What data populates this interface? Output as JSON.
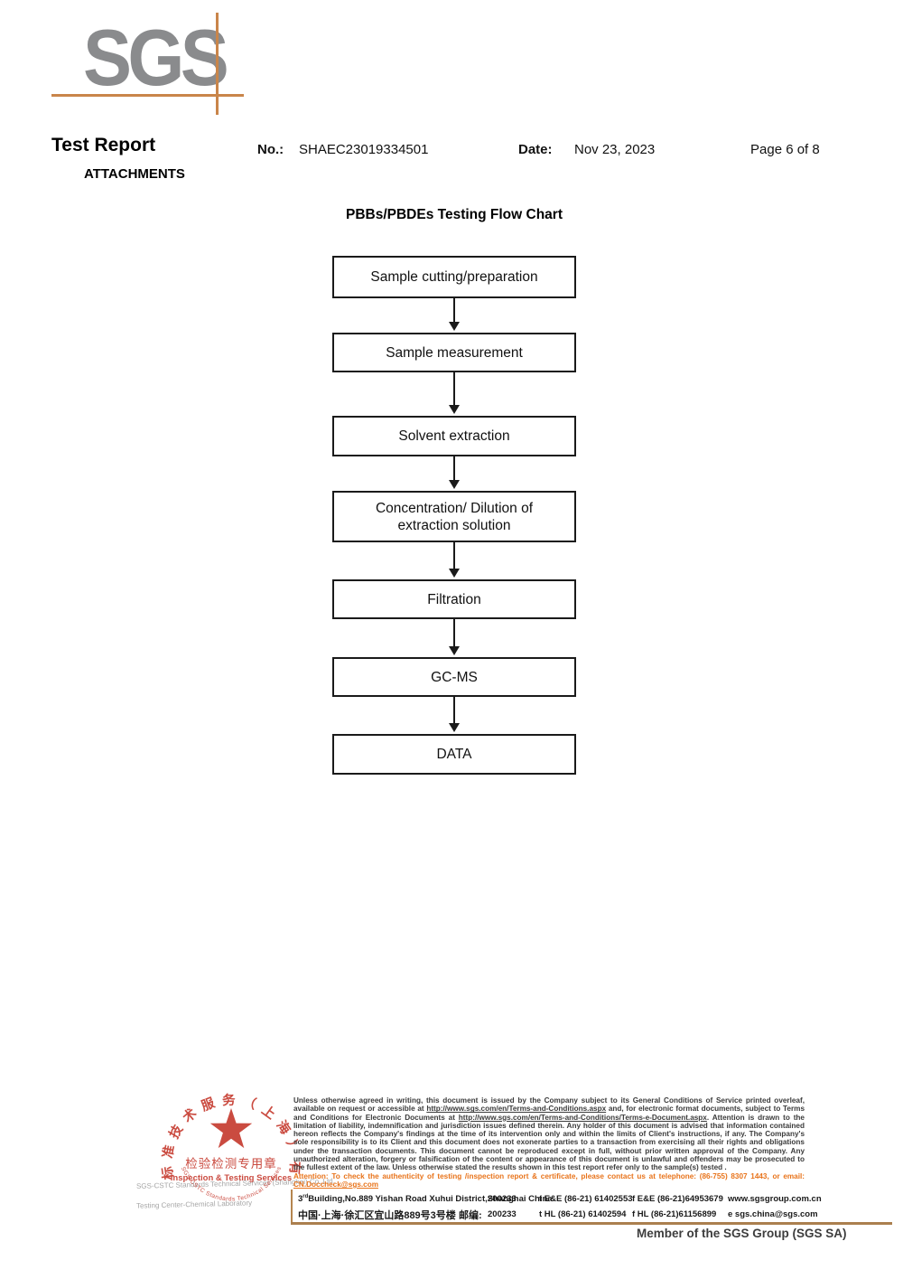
{
  "header": {
    "logo_text": "SGS",
    "title": "Test Report",
    "attachments": "ATTACHMENTS",
    "no_label": "No.:",
    "no_value": "SHAEC23019334501",
    "date_label": "Date:",
    "date_value": "Nov 23, 2023",
    "page_label": "Page 6 of 8"
  },
  "flowchart": {
    "title": "PBBs/PBDEs Testing Flow Chart",
    "steps": [
      "Sample cutting/preparation",
      "Sample measurement",
      "Solvent extraction",
      "Concentration/ Dilution of extraction solution",
      "Filtration",
      "GC-MS",
      "DATA"
    ]
  },
  "footer": {
    "legal": {
      "seg1": "Unless otherwise agreed in writing, this document is issued by the Company subject to its General Conditions of Service printed overleaf, available on request or accessible at ",
      "link1": "http://www.sgs.com/en/Terms-and-Conditions.aspx",
      "seg2": " and, for electronic format documents, subject to Terms and Conditions for Electronic Documents at ",
      "link2": "http://www.sgs.com/en/Terms-and-Conditions/Terms-e-Document.aspx",
      "seg3": ". Attention is drawn to the limitation of liability, indemnification and jurisdiction issues defined therein. Any holder of this document is advised that information contained hereon reflects the Company's findings at the time of its intervention only and within the limits of Client's instructions, if any. The Company's sole responsibility is to its Client and this document does not exonerate parties to a transaction from exercising all their rights and obligations under the transaction documents. This document cannot be reproduced except in full, without prior written approval of the Company. Any unauthorized alteration, forgery or falsification of the content or appearance of this document is unlawful and offenders may be prosecuted to the fullest extent of the law. Unless otherwise stated the results shown in this test report refer only to the sample(s) tested ."
    },
    "attention": {
      "text": "Attention: To check the authenticity of testing /inspection report & certificate, please contact us at telephone: (86-755) 8307 1443, or email: ",
      "email": "CN.Doccheck@sgs.com"
    },
    "stamp": {
      "ring_top": "标准技术服务（上海）有限公司",
      "ring_bottom": "SGS-CSTC Standards Technical Services",
      "inner_cn": "检验检测专用章",
      "inner_en": "Inspection & Testing Services",
      "company_line1": "SGS-CSTC Standards Technical Services (Shanghai) Co.,Ltd.",
      "company_line2": "Testing Center-Chemical Laboratory"
    },
    "address": {
      "en_pre": "3",
      "en_sup": "rd",
      "en_rest": "Building,No.889 Yishan Road Xuhui District,Shanghai China",
      "en_postal": "200233",
      "cn": "中国·上海·徐汇区宜山路889号3号楼",
      "cn_postal_label": "邮编:",
      "cn_postal": "200233",
      "phone_ee": "t E&E (86-21) 61402553",
      "fax_ee": "f E&E (86-21)64953679",
      "website": "www.sgsgroup.com.cn",
      "phone_hl": "t HL (86-21) 61402594",
      "fax_hl": "f HL (86-21)61156899",
      "email": "e  sgs.china@sgs.com"
    },
    "member": "Member of the SGS Group (SGS SA)"
  },
  "colors": {
    "accent_orange": "#c9854a",
    "attention_orange": "#e8731a",
    "stamp_red": "#c5382c",
    "logo_gray": "#8a8b8d"
  }
}
